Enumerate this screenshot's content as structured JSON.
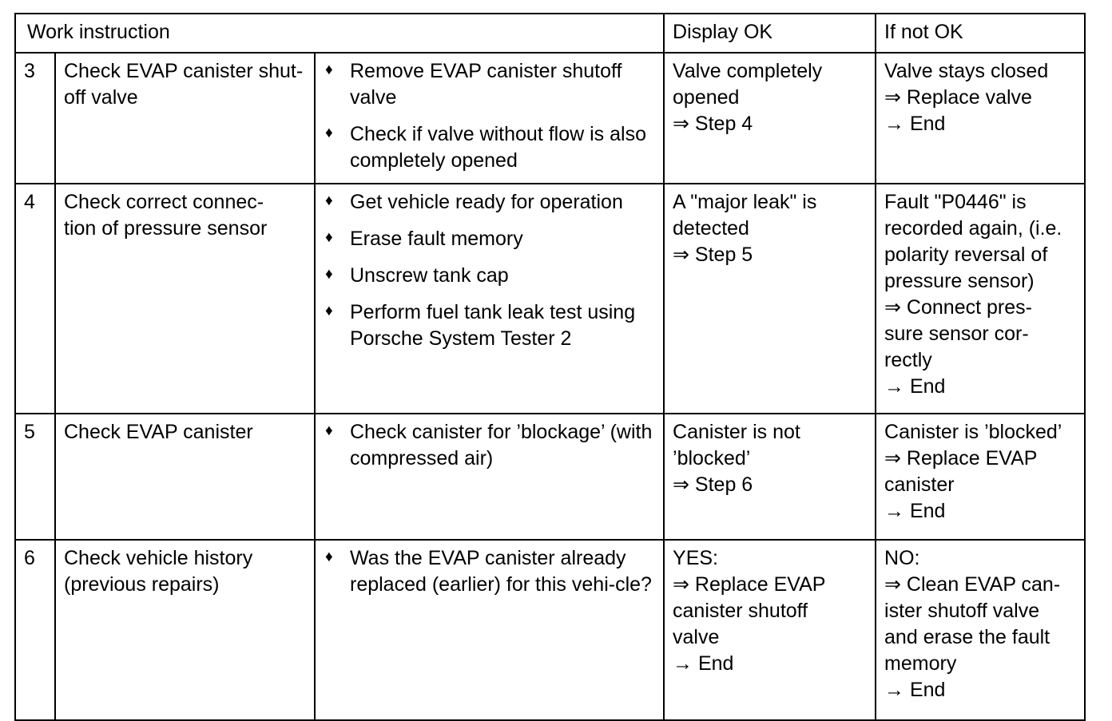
{
  "document": {
    "title": "Work instruction – EVAP system diagnosis table",
    "bullet_glyph": "♦",
    "arrow_double": "⇒",
    "arrow_single": "→",
    "colors": {
      "border": "#000000",
      "text": "#000000",
      "background": "#ffffff"
    }
  },
  "table": {
    "headers": {
      "work_instruction": "Work instruction",
      "display_ok": "Display OK",
      "if_not_ok": "If not OK"
    },
    "rows": [
      {
        "step": "3",
        "task": "Check EVAP canister shut-off valve",
        "task_lines": [
          "Check EVAP canister shut-",
          "off valve"
        ],
        "actions": [
          "Remove EVAP canister shutoff valve",
          "Check if valve without flow is also completely opened"
        ],
        "display_ok_lines": [
          "Valve completely",
          "opened",
          "⇒ Step 4"
        ],
        "if_not_ok_lines": [
          "Valve stays closed",
          "⇒ Replace valve",
          "→ End"
        ]
      },
      {
        "step": "4",
        "task": "Check correct connection of pressure sensor",
        "task_lines": [
          "Check correct connec-",
          "tion of pressure sensor"
        ],
        "actions": [
          "Get vehicle ready for operation",
          "Erase fault memory",
          "Unscrew tank cap",
          "Perform fuel tank leak test using Porsche System Tester 2"
        ],
        "display_ok_lines": [
          "A \"major leak\" is",
          "detected",
          "⇒ Step 5"
        ],
        "if_not_ok_lines": [
          "Fault \"P0446\" is",
          "recorded again, (i.e.",
          "polarity reversal of",
          "pressure sensor)",
          "⇒ Connect pres-",
          "sure sensor cor-",
          "rectly",
          "→ End"
        ]
      },
      {
        "step": "5",
        "task": "Check EVAP canister",
        "task_lines": [
          "Check EVAP canister"
        ],
        "actions": [
          "Check canister for ’blockage’ (with compressed air)"
        ],
        "display_ok_lines": [
          "Canister is not",
          "’blocked’",
          "⇒ Step 6"
        ],
        "if_not_ok_lines": [
          "Canister is ’blocked’",
          "⇒ Replace EVAP",
          "canister",
          "→ End"
        ]
      },
      {
        "step": "6",
        "task": "Check vehicle history (previous repairs)",
        "task_lines": [
          "Check vehicle history",
          "(previous repairs)"
        ],
        "actions": [
          "Was the EVAP canister already replaced (earlier) for this vehi-cle?"
        ],
        "display_ok_lines": [
          "YES:",
          "⇒ Replace EVAP",
          "canister shutoff",
          "valve",
          "→ End"
        ],
        "if_not_ok_lines": [
          "NO:",
          "⇒ Clean EVAP can-",
          "ister shutoff valve",
          "and erase the fault",
          "memory",
          "→ End"
        ]
      }
    ]
  }
}
